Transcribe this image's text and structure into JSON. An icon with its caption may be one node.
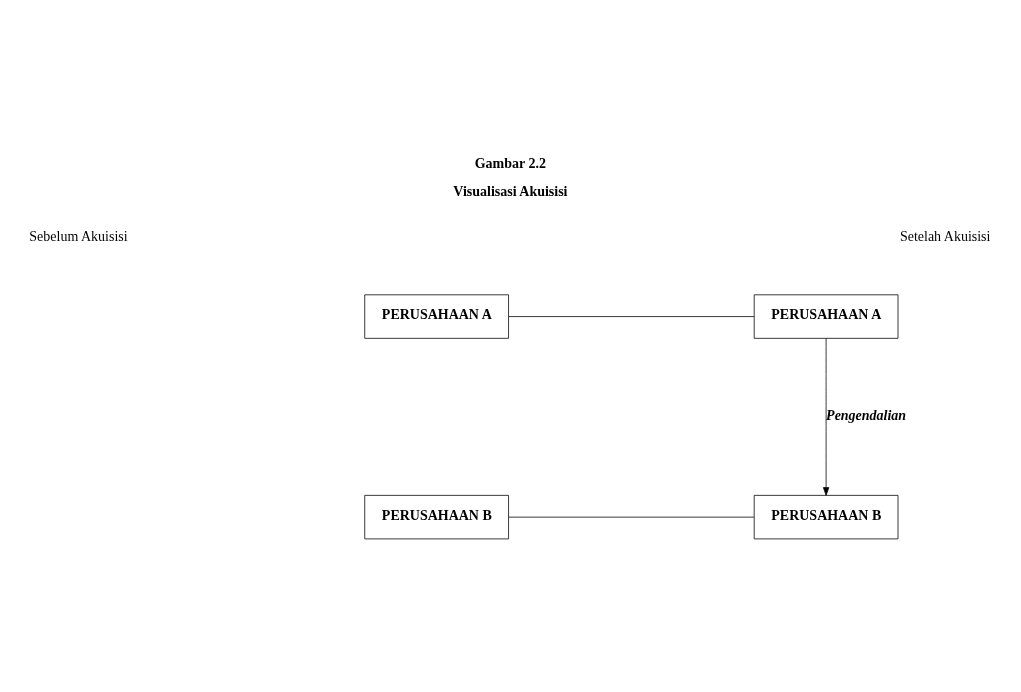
{
  "diagram": {
    "title": "Gambar 2.2",
    "caption": "Visualisasi Akuisisi",
    "nodes": [
      {
        "text": [
          "PERUSAHAAN A"
        ]
      },
      {
        "text": [
          "PERUSAHAAN A"
        ]
      },
      {
        "text": [
          "PERUSAHAAN B"
        ]
      },
      {
        "text": [
          "PERUSAHAAN B"
        ]
      }
    ],
    "edges": [
      {
        "from": 0,
        "to": 1,
        "arrow": "none"
      },
      {
        "from": 1,
        "to": 3,
        "arrow": "to",
        "label": "Pengendalian"
      },
      {
        "from": 2,
        "to": 3,
        "arrow": "none"
      }
    ],
    "labels": [
      "Sebelum Akuisisi",
      "Setelah Akuisisi"
    ]
  }
}
